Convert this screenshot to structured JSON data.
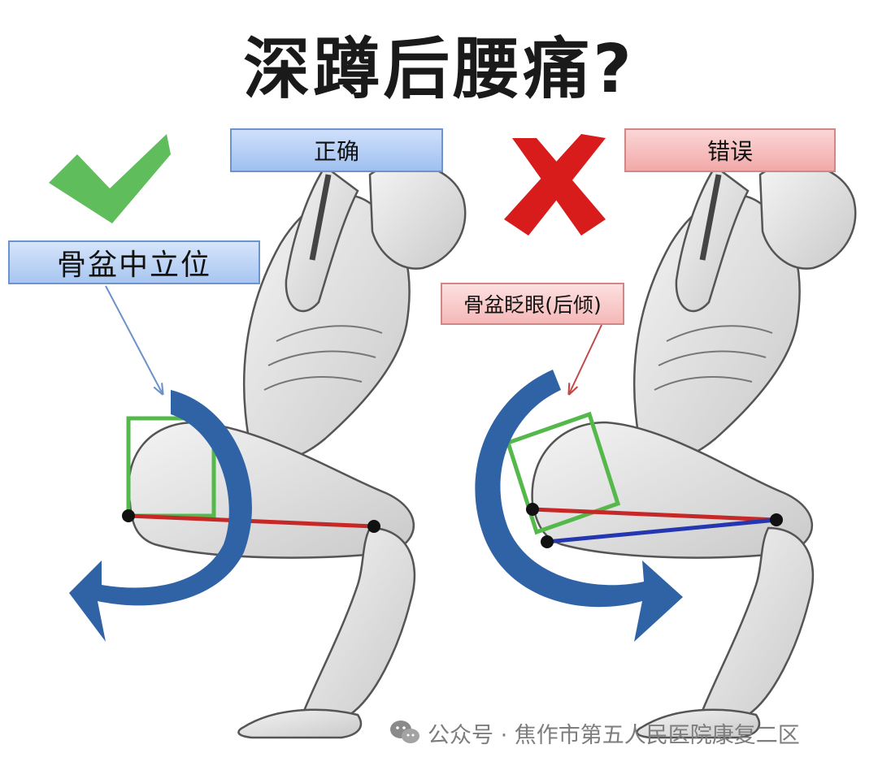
{
  "title": "深蹲后腰痛?",
  "panels": {
    "left": {
      "verdict_icon": "check-mark-icon",
      "verdict_label": "正确",
      "pelvis_label": "骨盆中立位"
    },
    "right": {
      "verdict_icon": "cross-mark-icon",
      "verdict_label": "错误",
      "pelvis_label": "骨盆眨眼(后倾)"
    }
  },
  "watermark": {
    "icon": "wechat-icon",
    "text": "公众号 · 焦作市第五人民医院康复二区"
  },
  "colors": {
    "check": "#5fbd5b",
    "cross": "#d81c1c",
    "arrow": "#2f63a6",
    "pelvis_box": "#54b84b",
    "femur_line": "#c62828",
    "femur_line_tilt": "#2437b0"
  }
}
